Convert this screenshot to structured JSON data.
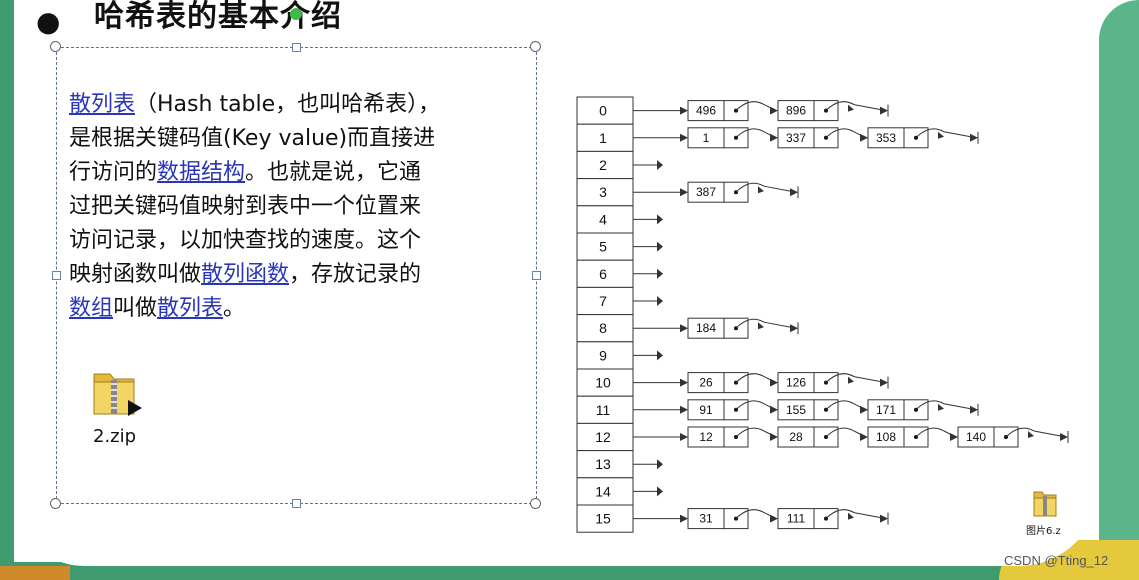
{
  "title": "哈希表的基本介绍",
  "paragraph": {
    "line1_link": "散列表",
    "line1_text": "（Hash table，也叫哈希表），",
    "line2": "是根据关键码值(Key value)而直接进",
    "line3_pre": "行访问的",
    "line3_link": "数据结构",
    "line3_post": "。也就是说，它通",
    "line4": "过把关键码值映射到表中一个位置来",
    "line5": "访问记录，以加快查找的速度。这个",
    "line6_pre": "映射函数叫做",
    "line6_link": "散列函数",
    "line6_post": "，存放记录的",
    "line7_link1": "数组",
    "line7_mid": "叫做",
    "line7_link2": "散列表",
    "line7_post": "。"
  },
  "files": {
    "zip_label": "2.zip",
    "second_label": "图片6.z"
  },
  "diagram": {
    "buckets": [
      {
        "index": "0",
        "nodes": [
          "496",
          "896"
        ]
      },
      {
        "index": "1",
        "nodes": [
          "1",
          "337",
          "353"
        ]
      },
      {
        "index": "2",
        "nodes": []
      },
      {
        "index": "3",
        "nodes": [
          "387"
        ]
      },
      {
        "index": "4",
        "nodes": []
      },
      {
        "index": "5",
        "nodes": []
      },
      {
        "index": "6",
        "nodes": []
      },
      {
        "index": "7",
        "nodes": []
      },
      {
        "index": "8",
        "nodes": [
          "184"
        ]
      },
      {
        "index": "9",
        "nodes": []
      },
      {
        "index": "10",
        "nodes": [
          "26",
          "126"
        ]
      },
      {
        "index": "11",
        "nodes": [
          "91",
          "155",
          "171"
        ]
      },
      {
        "index": "12",
        "nodes": [
          "12",
          "28",
          "108",
          "140"
        ]
      },
      {
        "index": "13",
        "nodes": []
      },
      {
        "index": "14",
        "nodes": []
      },
      {
        "index": "15",
        "nodes": [
          "31",
          "111"
        ]
      }
    ]
  },
  "watermark": "CSDN @Tting_12",
  "colors": {
    "link": "#2a35b8",
    "handle_green": "#42b84a",
    "frame": "#5a6f99"
  }
}
